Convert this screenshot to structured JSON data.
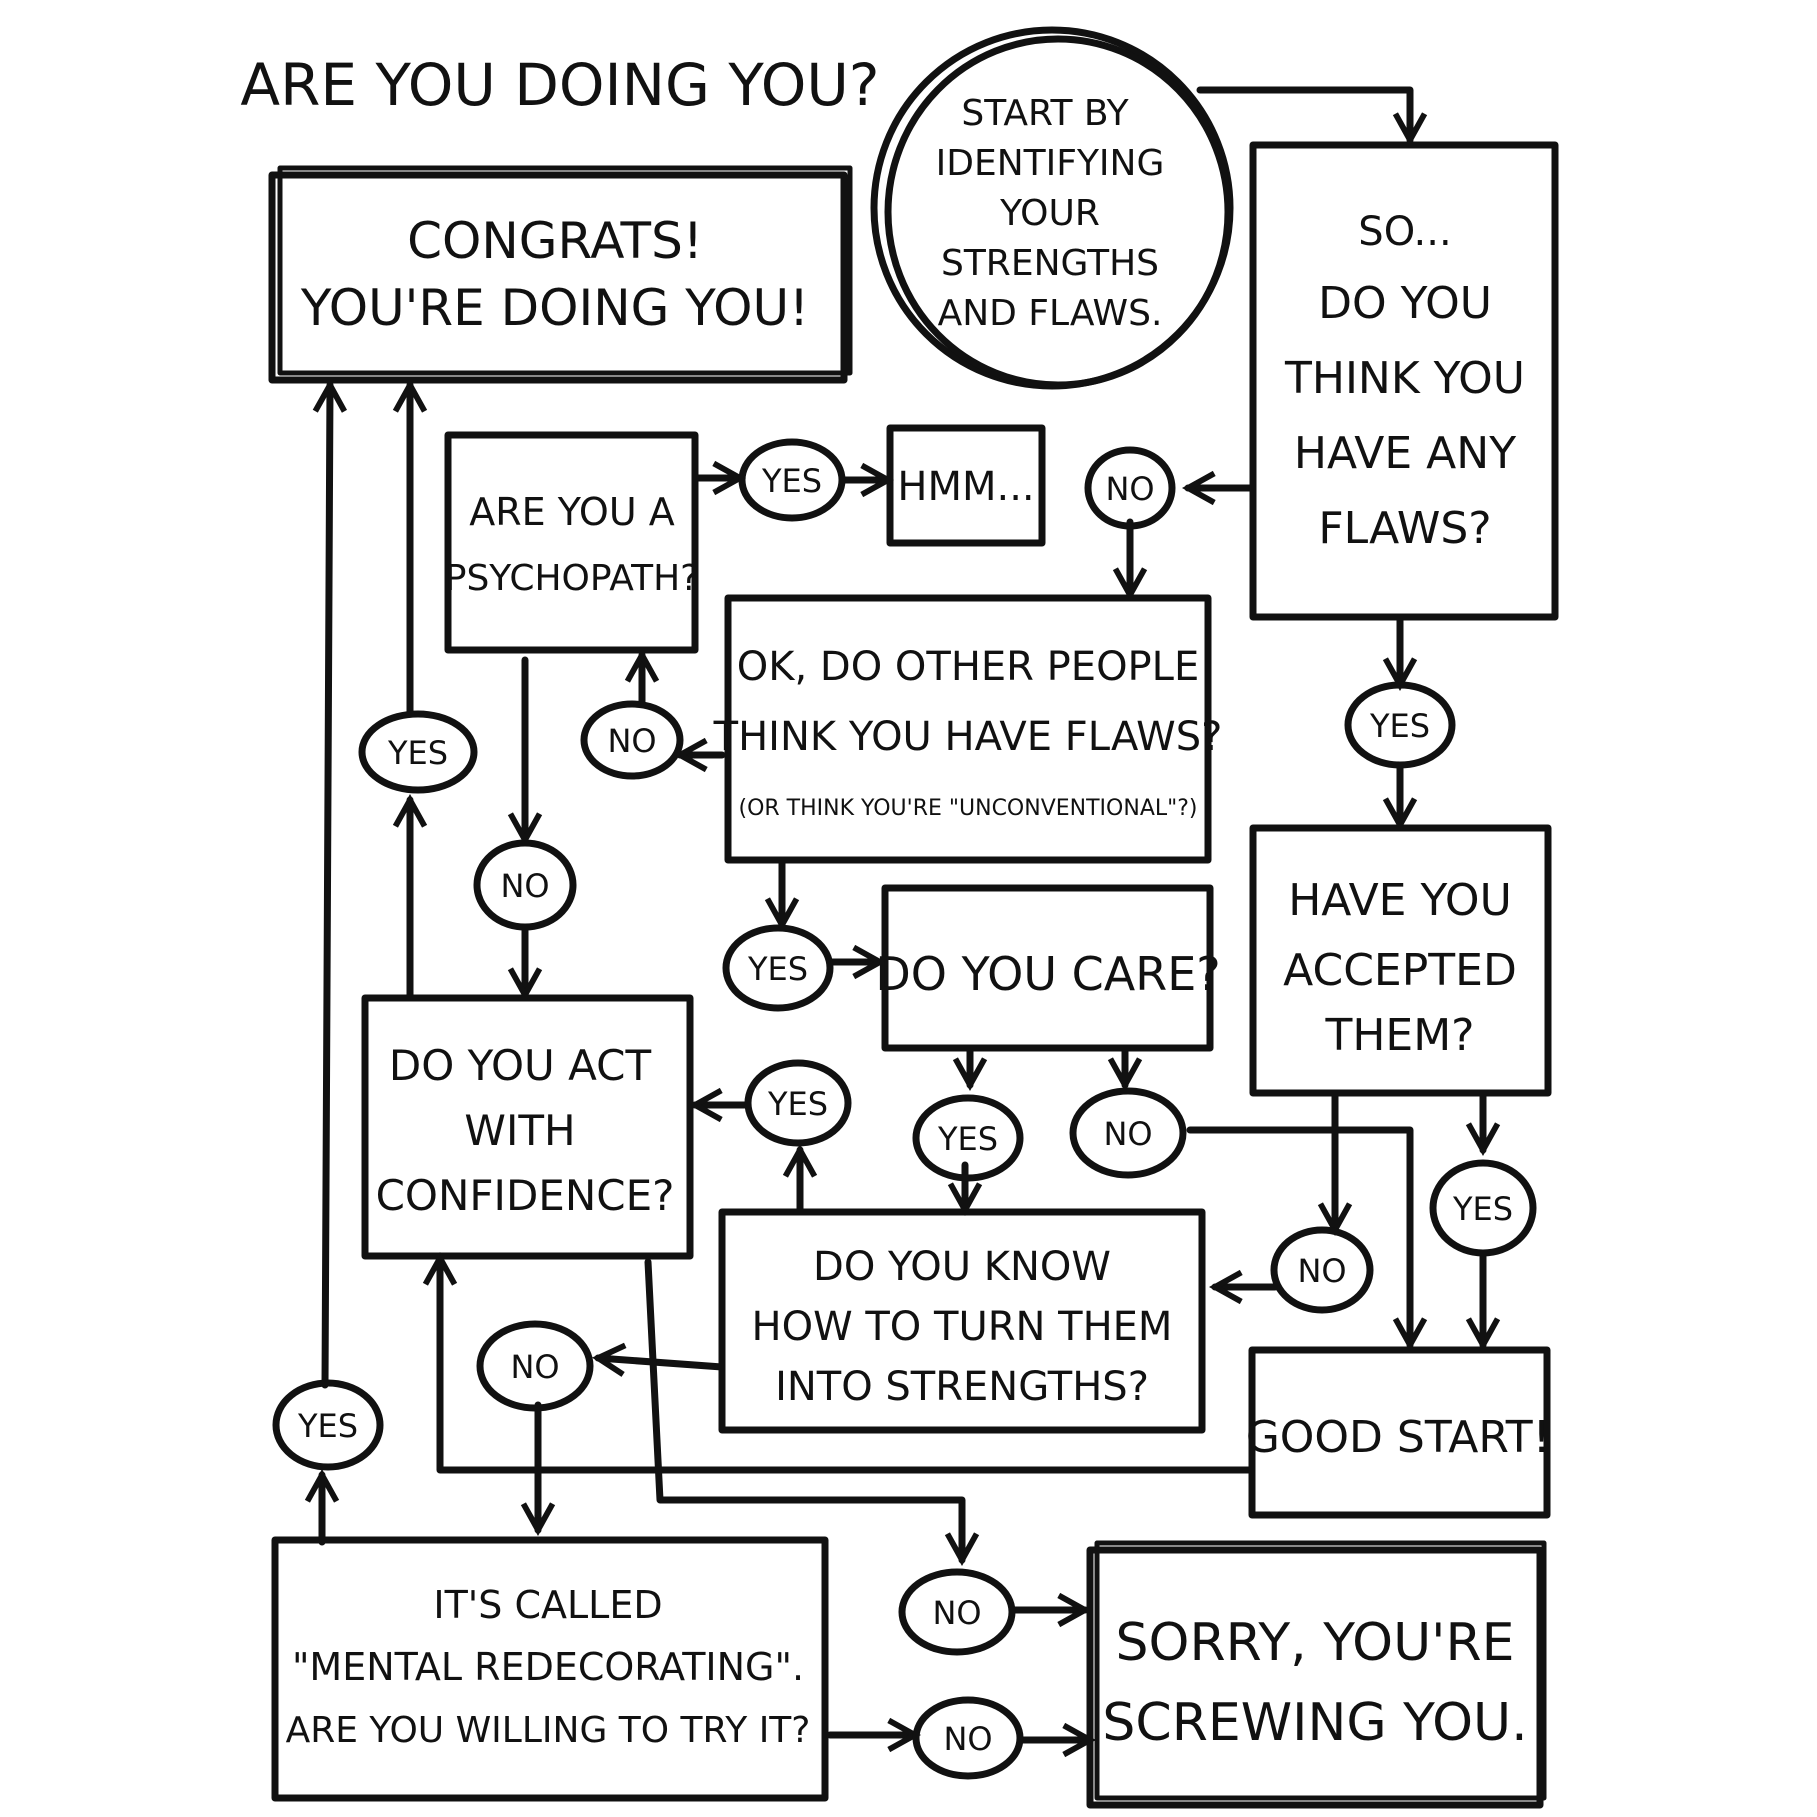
{
  "title": "ARE YOU DOING YOU?",
  "nodes": {
    "start": {
      "lines": [
        "START BY",
        "IDENTIFYING",
        "YOUR",
        "STRENGTHS",
        "AND FLAWS."
      ]
    },
    "congrats": {
      "lines": [
        "CONGRATS!",
        "YOU'RE DOING YOU!"
      ]
    },
    "flaws_q": {
      "lines": [
        "SO...",
        "DO YOU",
        "THINK YOU",
        "HAVE ANY",
        "FLAWS?"
      ]
    },
    "psychopath_q": {
      "lines": [
        "ARE YOU A",
        "PSYCHOPATH?"
      ]
    },
    "hmm": {
      "lines": [
        "HMM..."
      ]
    },
    "others_q": {
      "lines": [
        "OK, DO OTHER PEOPLE",
        "THINK YOU HAVE FLAWS?"
      ],
      "note": "(OR THINK YOU'RE \"UNCONVENTIONAL\"?)"
    },
    "accepted_q": {
      "lines": [
        "HAVE YOU",
        "ACCEPTED",
        "THEM?"
      ]
    },
    "care_q": {
      "lines": [
        "DO YOU CARE?"
      ]
    },
    "confidence_q": {
      "lines": [
        "DO YOU ACT",
        "WITH",
        "CONFIDENCE?"
      ]
    },
    "know_q": {
      "lines": [
        "DO YOU KNOW",
        "HOW TO TURN THEM",
        "INTO STRENGTHS?"
      ]
    },
    "good_start": {
      "lines": [
        "GOOD START!"
      ]
    },
    "mental_q": {
      "lines": [
        "IT'S CALLED",
        "\"MENTAL REDECORATING\".",
        "ARE YOU WILLING TO TRY IT?"
      ]
    },
    "sorry": {
      "lines": [
        "SORRY, YOU'RE",
        "SCREWING YOU."
      ]
    }
  },
  "answers": {
    "yes": "YES",
    "no": "NO"
  }
}
